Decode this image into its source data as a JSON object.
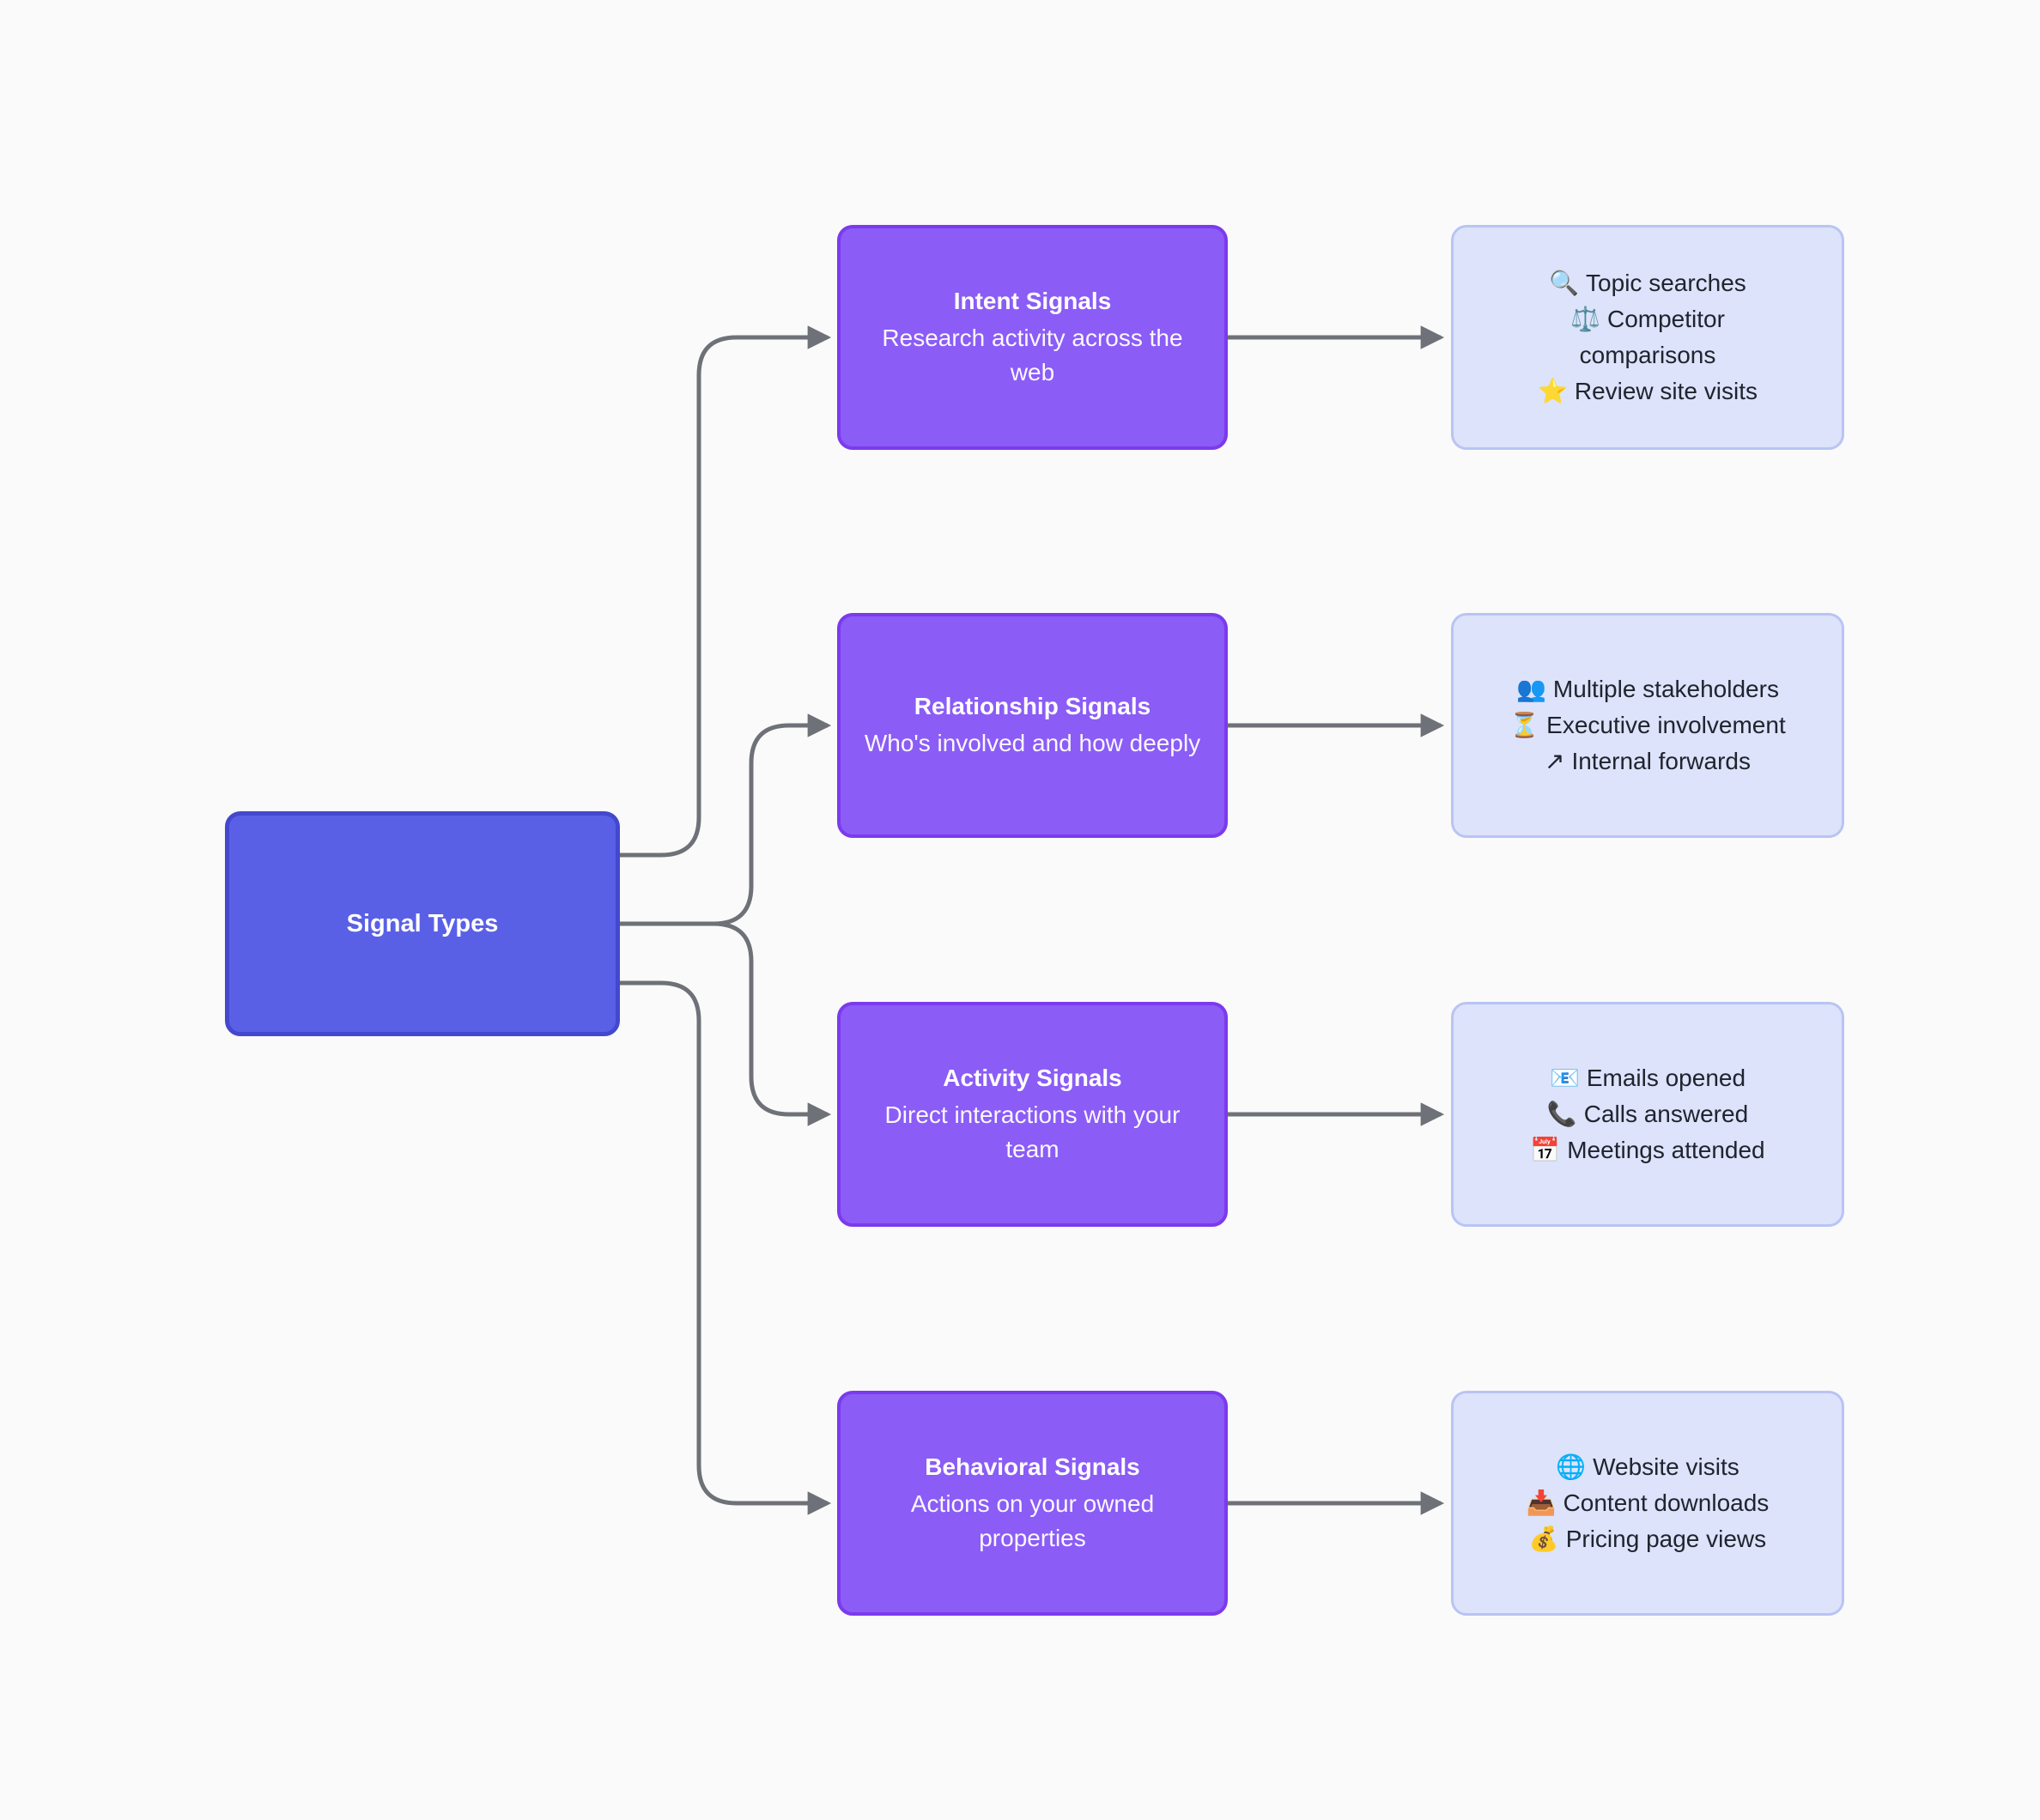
{
  "diagram": {
    "background_color": "#fafafa",
    "connector_color": "#6e7177",
    "root": {
      "title": "Signal Types",
      "fill_color": "#5a60e6",
      "border_color": "#4348cf"
    },
    "branch_fill_color": "#8b5cf6",
    "branch_border_color": "#7c3aed",
    "detail_fill_color": "#dce3fb",
    "detail_border_color": "#b9c4f4",
    "branches": [
      {
        "title": "Intent Signals",
        "subtitle": "Research activity across the web",
        "details": [
          {
            "icon": "🔍",
            "label": "Topic searches"
          },
          {
            "icon": "⚖️",
            "label": "Competitor comparisons"
          },
          {
            "icon": "⭐",
            "label": "Review site visits"
          }
        ]
      },
      {
        "title": "Relationship Signals",
        "subtitle": "Who's involved and how deeply",
        "details": [
          {
            "icon": "👥",
            "label": "Multiple stakeholders"
          },
          {
            "icon": "⏳",
            "label": "Executive involvement"
          },
          {
            "icon": "↗",
            "label": "Internal forwards"
          }
        ]
      },
      {
        "title": "Activity Signals",
        "subtitle": "Direct interactions with your team",
        "details": [
          {
            "icon": "📧",
            "label": "Emails opened"
          },
          {
            "icon": "📞",
            "label": "Calls answered"
          },
          {
            "icon": "📅",
            "label": "Meetings attended"
          }
        ]
      },
      {
        "title": "Behavioral Signals",
        "subtitle": "Actions on your owned properties",
        "details": [
          {
            "icon": "🌐",
            "label": "Website visits"
          },
          {
            "icon": "📥",
            "label": "Content downloads"
          },
          {
            "icon": "💰",
            "label": "Pricing page views"
          }
        ]
      }
    ]
  }
}
